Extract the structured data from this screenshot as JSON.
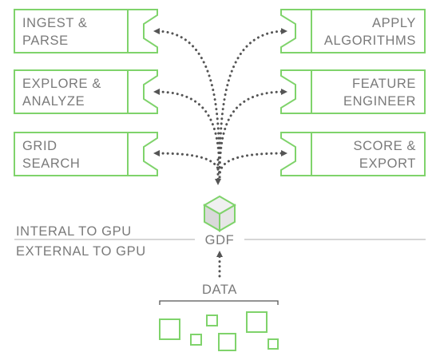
{
  "left_stages": [
    {
      "line1": "INGEST &",
      "line2": "PARSE"
    },
    {
      "line1": "EXPLORE &",
      "line2": "ANALYZE"
    },
    {
      "line1": "GRID",
      "line2": "SEARCH"
    }
  ],
  "right_stages": [
    {
      "line1": "APPLY",
      "line2": "ALGORITHMS"
    },
    {
      "line1": "FEATURE",
      "line2": "ENGINEER"
    },
    {
      "line1": "SCORE &",
      "line2": "EXPORT"
    }
  ],
  "center": {
    "label": "GDF",
    "icon": "cube-icon"
  },
  "boundary": {
    "internal_label": "INTERAL TO GPU",
    "external_label": "EXTERNAL TO GPU"
  },
  "source": {
    "label": "DATA",
    "icon": "data-squares"
  },
  "colors": {
    "accent": "#7fd36b",
    "cube_fill": "#e3e3e3",
    "text": "#7a7a7a",
    "arrows": "#555555"
  }
}
